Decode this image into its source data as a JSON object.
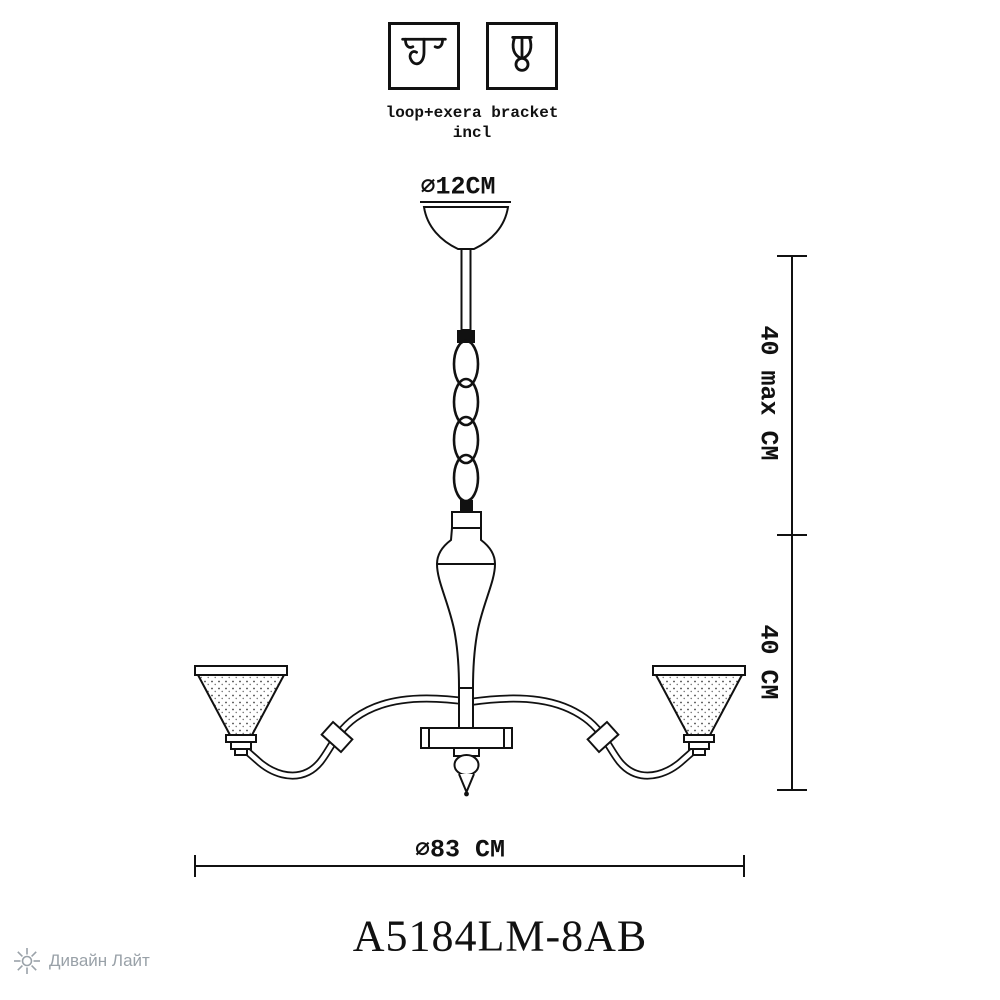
{
  "meta": {
    "background": "#ffffff",
    "line_color": "#111111",
    "watermark_color": "#99a1a8"
  },
  "header": {
    "icons": [
      {
        "name": "ceiling-hook-icon"
      },
      {
        "name": "bracket-loop-icon"
      }
    ],
    "caption_line1": "loop+exera bracket",
    "caption_line2": "incl"
  },
  "dimensions": {
    "canopy_diameter": "⌀12CM",
    "suspension_height": "40 max CM",
    "body_height": "40 CM",
    "fixture_diameter": "⌀83 CM"
  },
  "model": "A5184LM-8AB",
  "watermark": "Дивайн Лайт"
}
